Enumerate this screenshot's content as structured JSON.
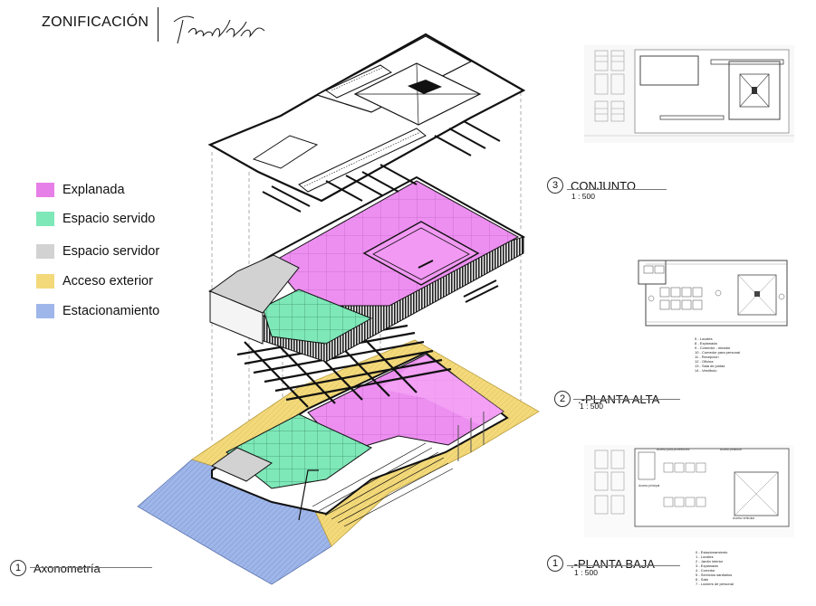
{
  "header": {
    "title": "ZONIFICACIÓN",
    "signature_text": "Tadeo Martínez"
  },
  "legend": [
    {
      "label": "Explanada",
      "color": "#e77fe8"
    },
    {
      "label": "Espacio servido",
      "color": "#7ee8b8"
    },
    {
      "label": "Espacio servidor",
      "color": "#d2d2d2"
    },
    {
      "label": "Acceso exterior",
      "color": "#f3d97a"
    },
    {
      "label": "Estacionamiento",
      "color": "#9fb6ea"
    }
  ],
  "views": {
    "axonometria": {
      "number": "1",
      "name": "Axonometría"
    },
    "conjunto": {
      "number": "3",
      "name": "CONJUNTO",
      "scale": "1 : 500"
    },
    "planta_alta": {
      "number": "2",
      "name": ".-PLANTA ALTA",
      "scale": "1 : 500",
      "key": [
        "5 - Locales",
        "8 - Explanada",
        "9 - Comedor - mirador",
        "10 - Comedor para personal",
        "11 - Recepción",
        "12 - Oficina",
        "13 - Sala de juntas",
        "14 - Vestíbulo"
      ]
    },
    "planta_baja": {
      "number": "1",
      "name": ".-PLANTA BAJA",
      "scale": "1 : 500",
      "key": [
        "0 - Estacionamiento",
        "1 - Locales",
        "2 - Jardín interior",
        "3 - Explanada",
        "4 - Corredor",
        "5 - Servicios sanitarios",
        "6 - Sala",
        "7 - Lockers de personal"
      ],
      "annotations": [
        "Acceso para proveedores",
        "Acceso principal",
        "Acceso vehicular",
        "Acceso peatonal"
      ]
    }
  }
}
